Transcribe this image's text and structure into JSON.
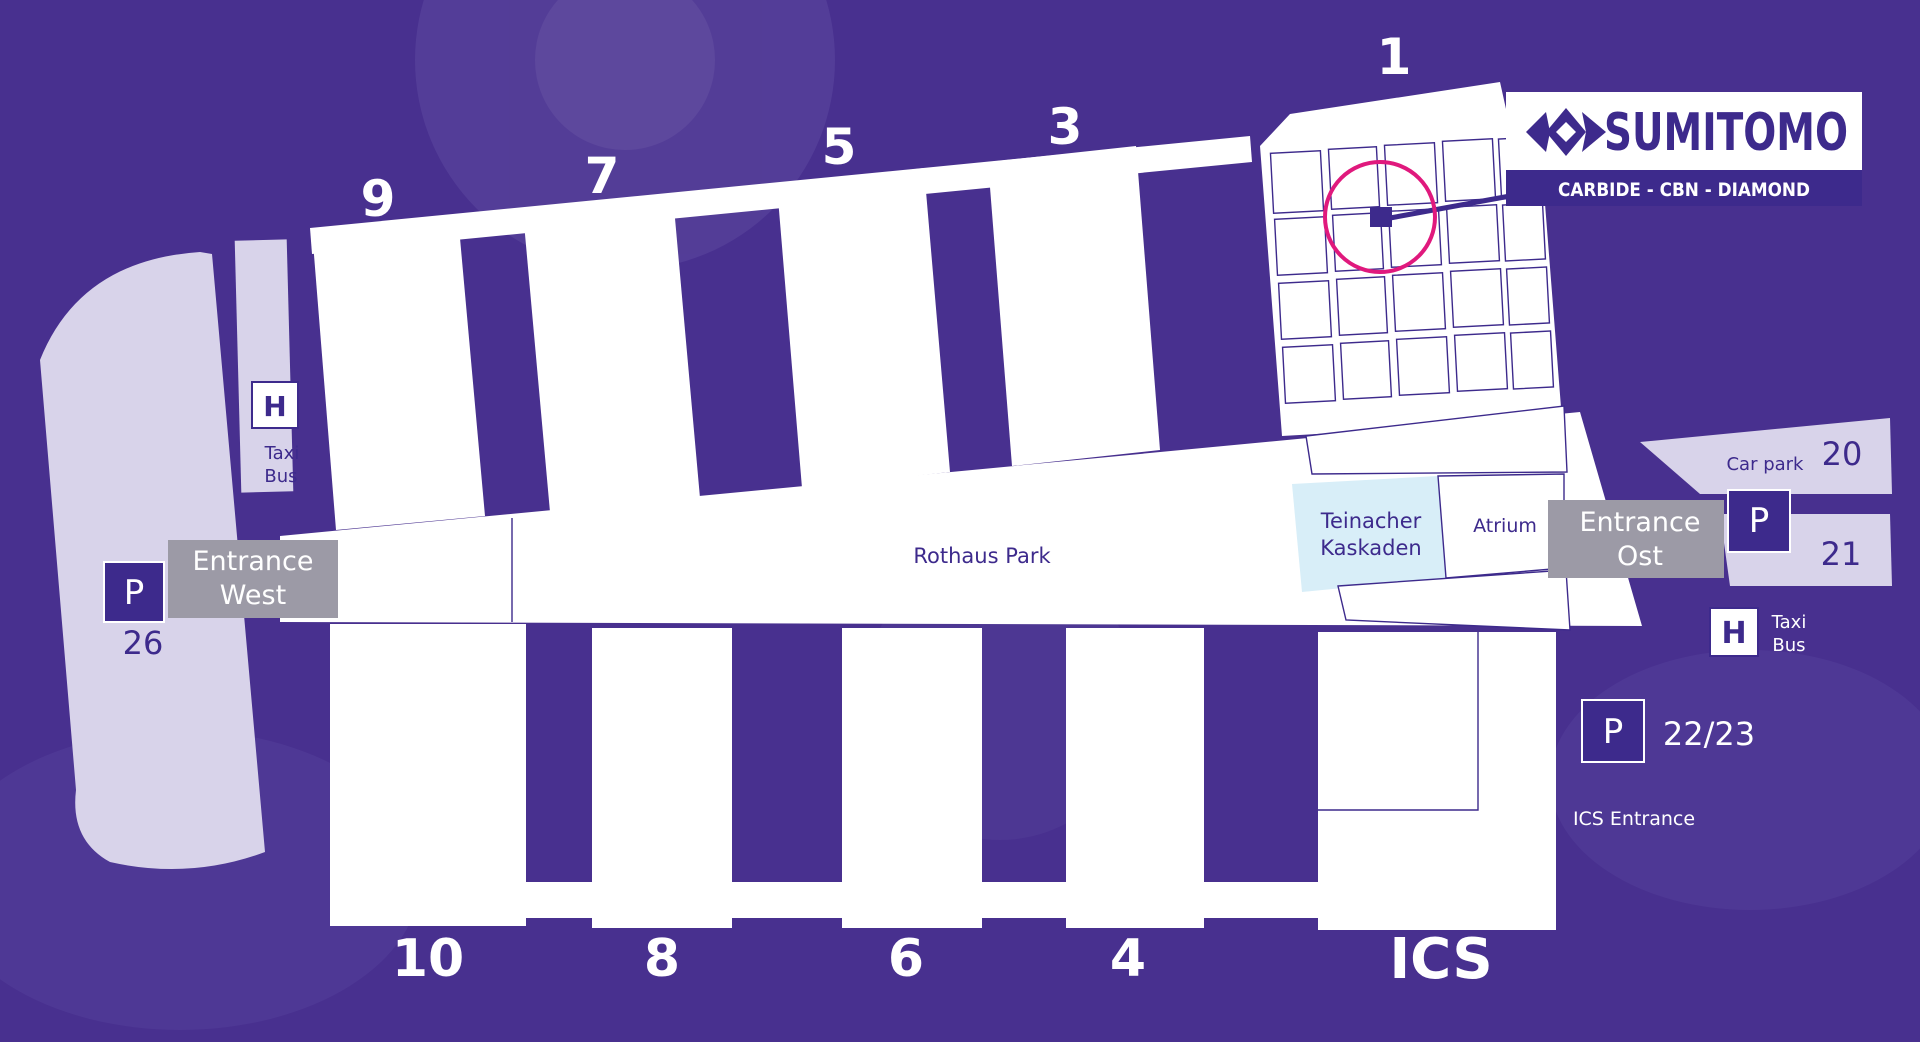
{
  "brand": {
    "name": "SUMITOMO",
    "tagline": "CARBIDE - CBN - DIAMOND",
    "colors": {
      "brand": "#3d2a8c",
      "marker": "#e0197d"
    }
  },
  "colors": {
    "background": "#48308f",
    "hall": "#ffffff",
    "parking_area": "#d8d3ea",
    "entrance_box": "#9c9aa6",
    "water": "#d8eef8",
    "text_dark": "#3d2a8c"
  },
  "halls": {
    "h1": "1",
    "h3": "3",
    "h5": "5",
    "h7": "7",
    "h9": "9",
    "h10": "10",
    "h8": "8",
    "h6": "6",
    "h4": "4",
    "ics": "ICS"
  },
  "areas": {
    "rothaus_park": "Rothaus Park",
    "teinacher_1": "Teinacher",
    "teinacher_2": "Kaskaden",
    "atrium": "Atrium",
    "ics_entrance": "ICS Entrance"
  },
  "entrances": {
    "west_1": "Entrance",
    "west_2": "West",
    "ost_1": "Entrance",
    "ost_2": "Ost"
  },
  "parking": {
    "p_letter": "P",
    "p26": "26",
    "car_park_label": "Car park",
    "p20": "20",
    "p21": "21",
    "p22_23": "22/23"
  },
  "transit": {
    "h_letter": "H",
    "taxi": "Taxi",
    "bus": "Bus"
  }
}
